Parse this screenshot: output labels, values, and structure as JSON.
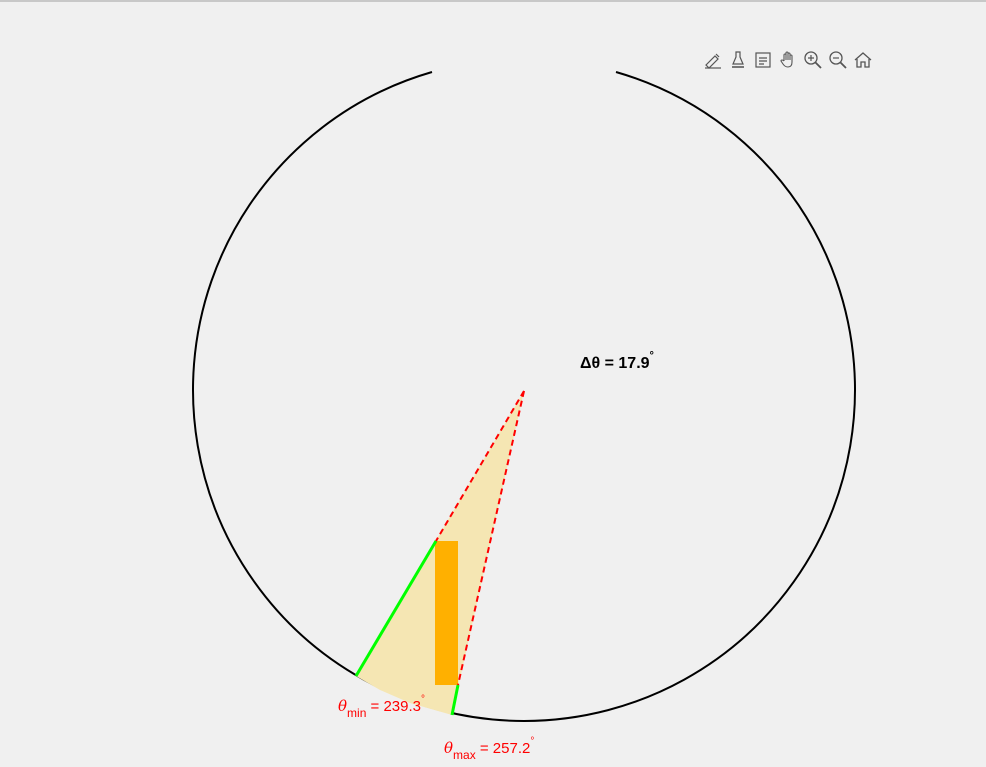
{
  "toolbar": {
    "items": [
      {
        "name": "edit-plot-icon"
      },
      {
        "name": "brush-icon"
      },
      {
        "name": "data-tips-icon"
      },
      {
        "name": "pan-icon"
      },
      {
        "name": "zoom-in-icon"
      },
      {
        "name": "zoom-out-icon"
      },
      {
        "name": "home-icon"
      }
    ]
  },
  "colors": {
    "background": "#f0f0f0",
    "circle": "#000000",
    "sector_fill": "#f5e6b3",
    "bar": "#ffb000",
    "green_edge": "#00ff00",
    "red_dashed": "#ff0000",
    "annotation_text": "#ff0000"
  },
  "chart_data": {
    "type": "polar-sector",
    "delta_theta_label": "Δθ = 17.9°",
    "theta_min_deg": 239.3,
    "theta_max_deg": 257.2,
    "delta_theta_deg": 17.9,
    "labels": {
      "delta_prefix": "Δθ = ",
      "delta_value": "17.9",
      "theta_min_symbol": "θ",
      "theta_min_sub": "min",
      "theta_min_value": " = 239.3",
      "theta_max_symbol": "θ",
      "theta_max_sub": "max",
      "theta_max_value": " = 257.2",
      "degree": "°"
    }
  }
}
